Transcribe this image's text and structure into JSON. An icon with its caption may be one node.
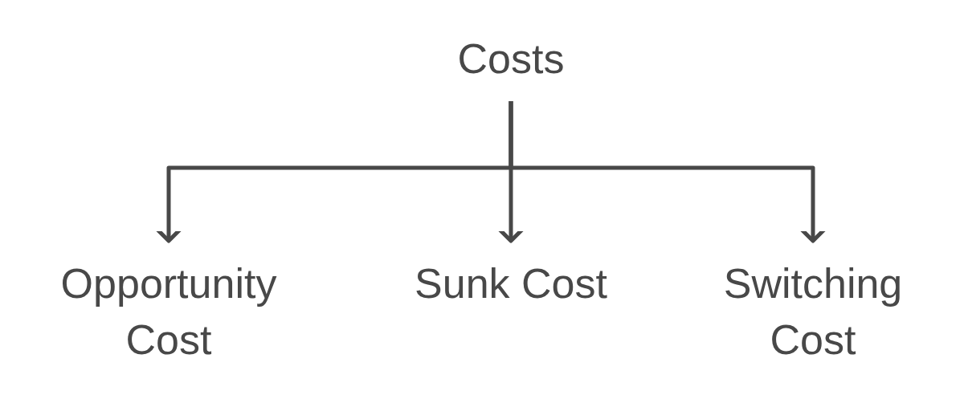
{
  "diagram": {
    "nodes": [
      {
        "text": [
          "Costs"
        ]
      },
      {
        "text": [
          "Opportunity Cost"
        ]
      },
      {
        "text": [
          "Sunk Cost"
        ]
      },
      {
        "text": [
          "Switching Cost"
        ]
      }
    ],
    "edges": [
      {
        "from": 0,
        "to": 1,
        "arrow": "to"
      },
      {
        "from": 0,
        "to": 2,
        "arrow": "to"
      },
      {
        "from": 0,
        "to": 3,
        "arrow": "to"
      }
    ]
  }
}
